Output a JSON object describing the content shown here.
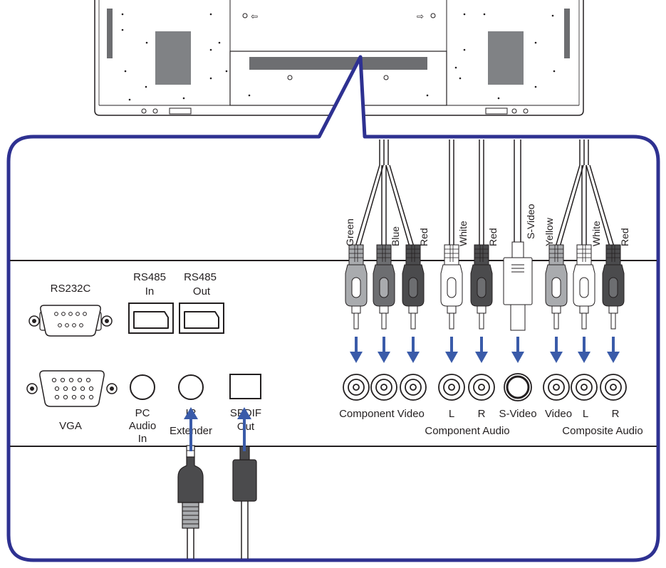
{
  "colors": {
    "frame": "#2e3191",
    "arrow": "#3a5ba9",
    "line": "#231f20",
    "green_plug": "#a9abae",
    "blue_plug": "#6d6e71",
    "red_plug": "#4b4b4d",
    "white_plug": "#ffffff",
    "yellow_plug": "#a9abae"
  },
  "cable_labels": {
    "green": "Green",
    "blue": "Blue",
    "red": "Red",
    "white": "White",
    "svideo": "S-Video",
    "yellow": "Yellow"
  },
  "ports": {
    "rs232c": "RS232C",
    "rs485_in_line1": "RS485",
    "rs485_in_line2": "In",
    "rs485_out_line1": "RS485",
    "rs485_out_line2": "Out",
    "vga": "VGA",
    "pc_audio_line1": "PC",
    "pc_audio_line2": "Audio",
    "pc_audio_line3": "In",
    "ir_line1": "IR",
    "ir_line2": "Extender",
    "spdif_line1": "SPDIF",
    "spdif_line2": "Out",
    "component_video": "Component Video",
    "comp_audio_l": "L",
    "comp_audio_r": "R",
    "component_audio": "Component Audio",
    "svideo": "S-Video",
    "composite_video": "Video",
    "composite_l": "L",
    "composite_r": "R",
    "composite_audio": "Composite Audio"
  }
}
